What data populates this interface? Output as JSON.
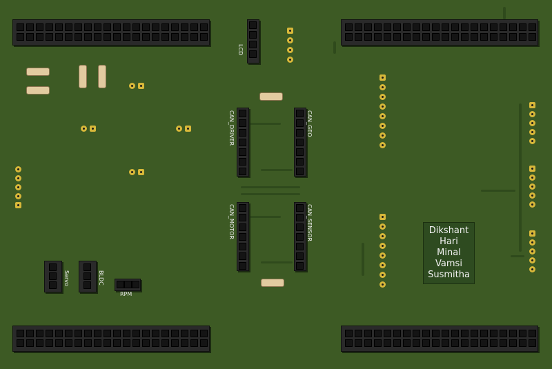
{
  "labels": {
    "lcd": "LCD",
    "can_driver": "CAN_DRIVER",
    "can_geo": "CAN_GEO",
    "can_motor": "CAN_MOTOR",
    "can_sensor": "CAN_SENSOR",
    "servo": "Servo",
    "bldc": "BLDC",
    "rpm": "RPM"
  },
  "team_names": [
    "Dikshant",
    "Hari",
    "Minal",
    "Vamsi",
    "Susmitha"
  ],
  "colors": {
    "board": "#3d5a24",
    "trace": "#2f4a1c",
    "pad": "#d8b83a",
    "header": "#2a2a2a",
    "silkscreen": "#eaeaea"
  }
}
